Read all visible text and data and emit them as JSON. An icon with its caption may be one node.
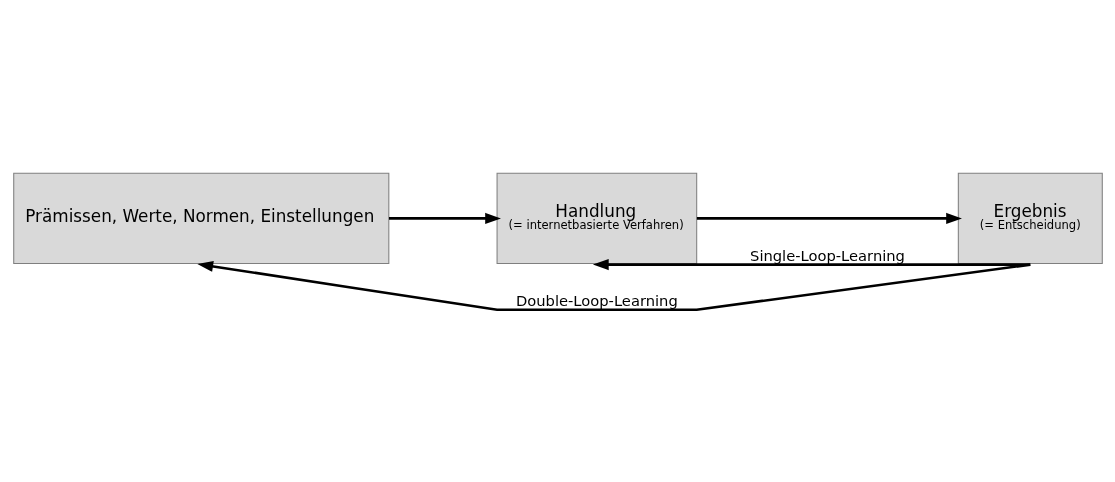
{
  "diagram": {
    "nodes": [
      {
        "text": [
          "Prämissen, Werte, Normen, Einstellungen"
        ]
      },
      {
        "text": [
          "Handlung",
          "(= internetbasierte Verfahren)"
        ]
      },
      {
        "text": [
          "Ergebnis",
          "(= Entscheidung)"
        ]
      }
    ],
    "edges": [
      {
        "from": 0,
        "to": 1,
        "arrow": "to"
      },
      {
        "from": 1,
        "to": 2,
        "arrow": "to"
      },
      {
        "from": 2,
        "to": 1,
        "arrow": "to",
        "label": "Single-Loop-Learning"
      },
      {
        "from": 2,
        "to": 0,
        "arrow": "to",
        "label": "Double-Loop-Learning"
      }
    ]
  }
}
